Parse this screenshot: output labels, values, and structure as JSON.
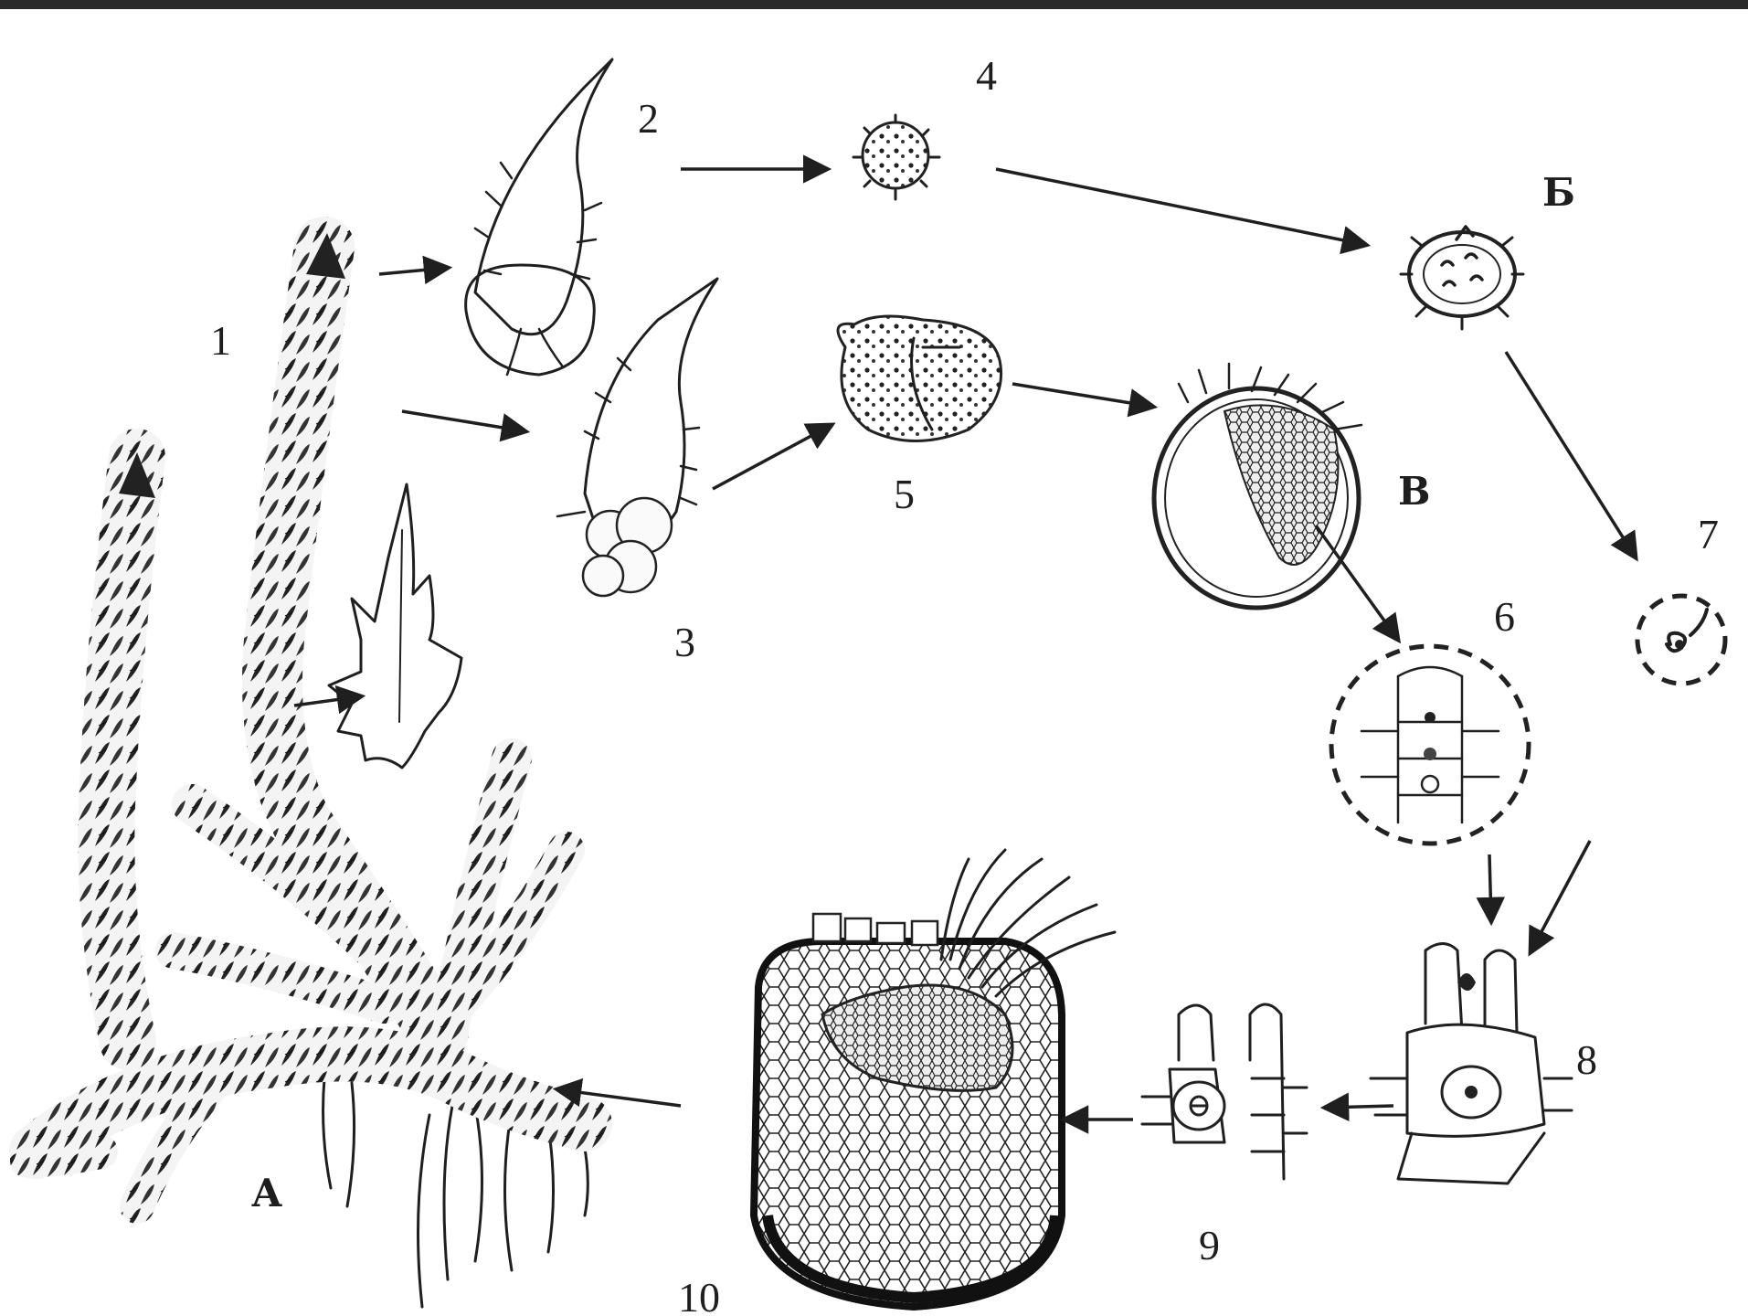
{
  "figure": {
    "stage_labels": {
      "a": "А",
      "b": "Б",
      "v": "В"
    },
    "number_labels": [
      "1",
      "2",
      "3",
      "4",
      "5",
      "6",
      "7",
      "8",
      "9",
      "10"
    ],
    "colors": {
      "ink": "#1f1f1f",
      "background": "#ffffff",
      "top_border": "#2a2a2a"
    }
  }
}
